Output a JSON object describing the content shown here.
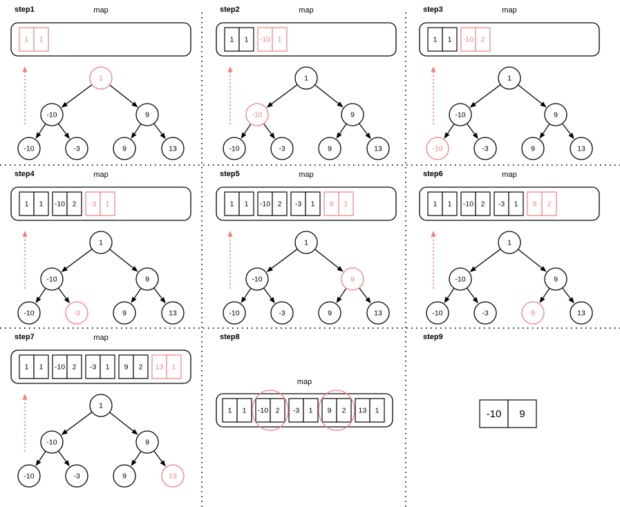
{
  "colors": {
    "accent": "#f08080",
    "line": "#000000",
    "background": "#ffffff"
  },
  "tree": {
    "nodes": [
      {
        "id": "root",
        "label": "1"
      },
      {
        "id": "l",
        "label": "-10"
      },
      {
        "id": "r",
        "label": "9"
      },
      {
        "id": "ll",
        "label": "-10"
      },
      {
        "id": "lr",
        "label": "-3"
      },
      {
        "id": "rl",
        "label": "9"
      },
      {
        "id": "rr",
        "label": "13"
      }
    ],
    "edges": [
      [
        "root",
        "l"
      ],
      [
        "root",
        "r"
      ],
      [
        "l",
        "ll"
      ],
      [
        "l",
        "lr"
      ],
      [
        "r",
        "rl"
      ],
      [
        "r",
        "rr"
      ]
    ]
  },
  "steps": [
    {
      "label": "step1",
      "map_label": "map",
      "type": "tree",
      "highlight": "root",
      "pairs": [
        {
          "key": "1",
          "val": "1",
          "red": true
        }
      ]
    },
    {
      "label": "step2",
      "map_label": "map",
      "type": "tree",
      "highlight": "l",
      "pairs": [
        {
          "key": "1",
          "val": "1"
        },
        {
          "key": "-10",
          "val": "1",
          "red": true
        }
      ]
    },
    {
      "label": "step3",
      "map_label": "map",
      "type": "tree",
      "highlight": "ll",
      "pairs": [
        {
          "key": "1",
          "val": "1"
        },
        {
          "key": "-10",
          "val": "2",
          "red": true
        }
      ]
    },
    {
      "label": "step4",
      "map_label": "map",
      "type": "tree",
      "highlight": "lr",
      "pairs": [
        {
          "key": "1",
          "val": "1"
        },
        {
          "key": "-10",
          "val": "2"
        },
        {
          "key": "-3",
          "val": "1",
          "red": true
        }
      ]
    },
    {
      "label": "step5",
      "map_label": "map",
      "type": "tree",
      "highlight": "r",
      "pairs": [
        {
          "key": "1",
          "val": "1"
        },
        {
          "key": "-10",
          "val": "2"
        },
        {
          "key": "-3",
          "val": "1"
        },
        {
          "key": "9",
          "val": "1",
          "red": true
        }
      ]
    },
    {
      "label": "step6",
      "map_label": "map",
      "type": "tree",
      "highlight": "rl",
      "pairs": [
        {
          "key": "1",
          "val": "1"
        },
        {
          "key": "-10",
          "val": "2"
        },
        {
          "key": "-3",
          "val": "1"
        },
        {
          "key": "9",
          "val": "2",
          "red": true
        }
      ]
    },
    {
      "label": "step7",
      "map_label": "map",
      "type": "tree",
      "highlight": "rr",
      "pairs": [
        {
          "key": "1",
          "val": "1"
        },
        {
          "key": "-10",
          "val": "2"
        },
        {
          "key": "-3",
          "val": "1"
        },
        {
          "key": "9",
          "val": "2"
        },
        {
          "key": "13",
          "val": "1",
          "red": true
        }
      ]
    },
    {
      "label": "step8",
      "map_label": "map",
      "type": "map_only",
      "circled": [
        1,
        3
      ],
      "pairs": [
        {
          "key": "1",
          "val": "1"
        },
        {
          "key": "-10",
          "val": "2"
        },
        {
          "key": "-3",
          "val": "1"
        },
        {
          "key": "9",
          "val": "2"
        },
        {
          "key": "13",
          "val": "1"
        }
      ]
    },
    {
      "label": "step9",
      "type": "result",
      "cells": [
        "-10",
        "9"
      ]
    }
  ]
}
